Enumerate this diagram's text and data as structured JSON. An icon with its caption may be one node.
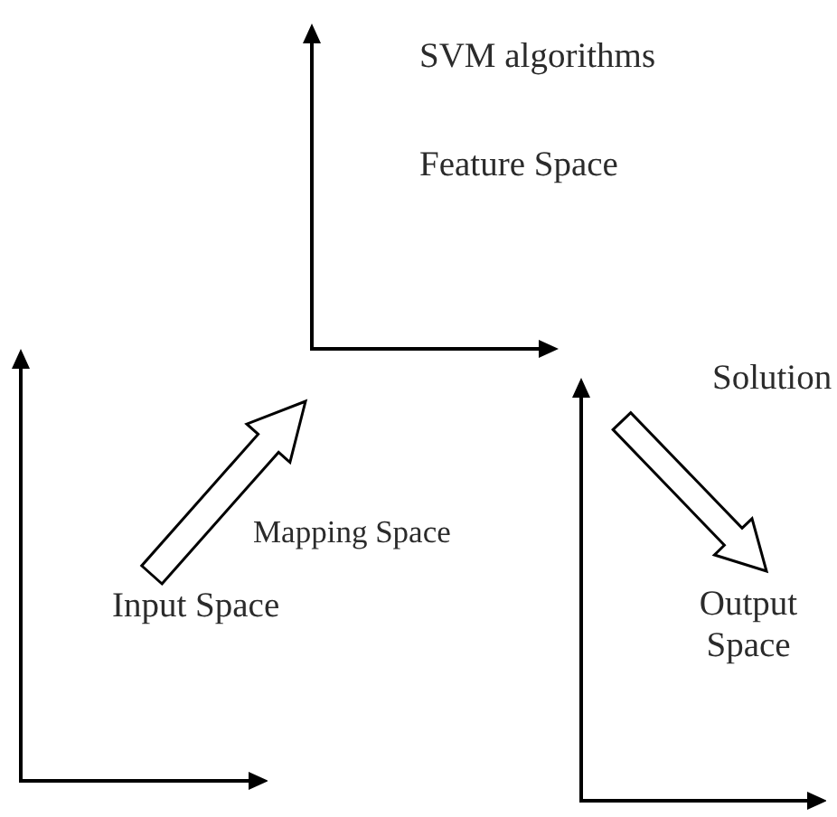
{
  "diagram": {
    "nodes": [
      {
        "text": [
          "SVM algorithms",
          "Feature Space"
        ]
      },
      {
        "text": [
          "Input Space"
        ]
      },
      {
        "text": [
          "Output Space"
        ]
      }
    ],
    "edges": [
      {
        "from": 1,
        "to": 0,
        "arrow": "to",
        "label": "Mapping Space"
      },
      {
        "from": 0,
        "to": 2,
        "arrow": "to",
        "label": "Solution"
      }
    ]
  }
}
